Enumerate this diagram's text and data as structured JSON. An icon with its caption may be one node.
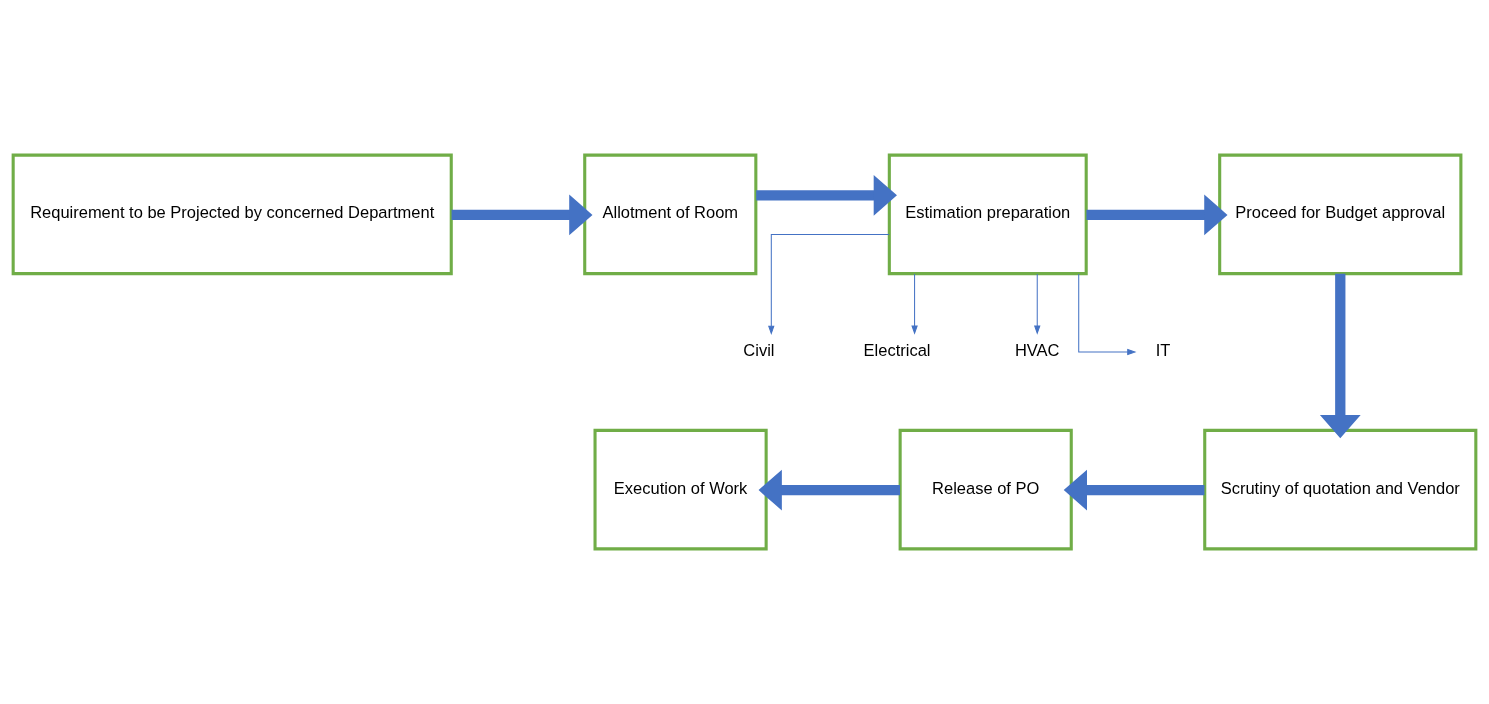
{
  "diagram": {
    "nodes": [
      {
        "text": [
          "Requirement to be Projected by concerned Department"
        ]
      },
      {
        "text": [
          "Allotment of Room"
        ]
      },
      {
        "text": [
          "Estimation preparation"
        ]
      },
      {
        "text": [
          "Proceed for Budget approval"
        ]
      },
      {
        "text": [
          "Scrutiny of quotation and Vendor"
        ]
      },
      {
        "text": [
          "Release of PO"
        ]
      },
      {
        "text": [
          "Execution of Work"
        ]
      },
      {
        "text": [
          "Civil"
        ]
      },
      {
        "text": [
          "Electrical"
        ]
      },
      {
        "text": [
          "HVAC"
        ]
      },
      {
        "text": [
          "IT"
        ]
      }
    ],
    "edges": [
      {
        "from": 0,
        "to": 1,
        "arrow": "to"
      },
      {
        "from": 1,
        "to": 2,
        "arrow": "to"
      },
      {
        "from": 2,
        "to": 3,
        "arrow": "to"
      },
      {
        "from": 3,
        "to": 4,
        "arrow": "to"
      },
      {
        "from": 4,
        "to": 5,
        "arrow": "to"
      },
      {
        "from": 5,
        "to": 6,
        "arrow": "to"
      },
      {
        "from": 2,
        "to": 7,
        "arrow": "to"
      },
      {
        "from": 2,
        "to": 8,
        "arrow": "to"
      },
      {
        "from": 2,
        "to": 9,
        "arrow": "to"
      },
      {
        "from": 2,
        "to": 10,
        "arrow": "to"
      }
    ]
  }
}
